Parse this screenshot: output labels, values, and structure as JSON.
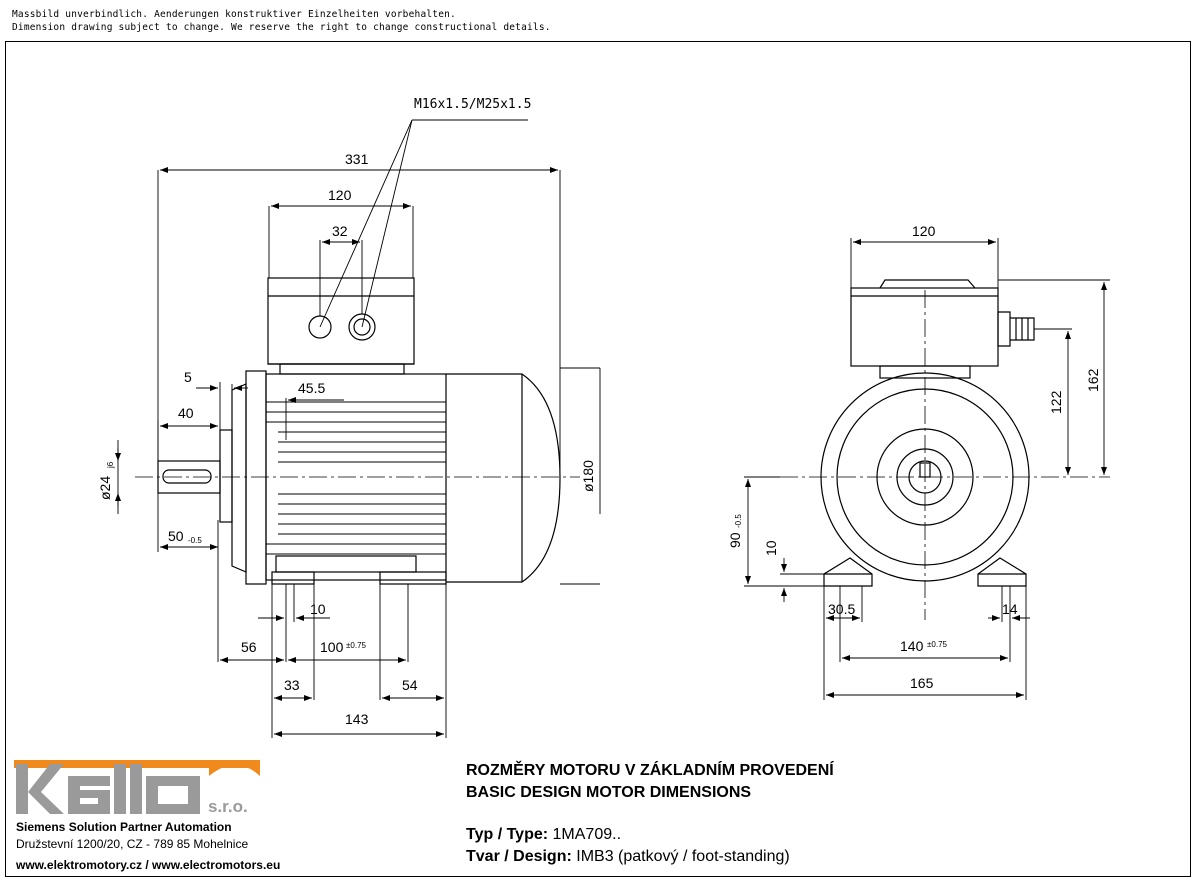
{
  "notes": {
    "de": "Massbild unverbindlich. Aenderungen konstruktiver Einzelheiten vorbehalten.",
    "en": "Dimension drawing subject to change. We reserve the right to change constructional details."
  },
  "dimensions": {
    "thread": "M16x1.5/M25x1.5",
    "overall_length": "331",
    "terminal_box_width": "120",
    "gland_spacing": "32",
    "d5": "5",
    "d40": "40",
    "d45_5": "45.5",
    "shaft_diameter": "ø24",
    "shaft_tol": "j6",
    "d50": "50",
    "d50_tol": "-0.5",
    "flange_diameter": "ø180",
    "d10_side": "10",
    "d56": "56",
    "d100": "100",
    "d100_tol": "±0.75",
    "d33": "33",
    "d54": "54",
    "d143": "143",
    "end_width": "120",
    "h122": "122",
    "h162": "162",
    "h90": "90",
    "h90_tol": "-0.5",
    "h10": "10",
    "d30_5": "30.5",
    "d14": "14",
    "d140": "140",
    "d140_tol": "±0.75",
    "d165": "165"
  },
  "company": {
    "logo_text": "kello",
    "suffix": "s.r.o.",
    "partner": "Siemens Solution Partner Automation",
    "address": "Družstevní 1200/20, CZ - 789 85 Mohelnice",
    "web": "www.elektromotory.cz / www.electromotors.eu",
    "logo_color": "#f08a1c"
  },
  "title": {
    "cz": "ROZMĚRY MOTORU V ZÁKLADNÍM PROVEDENÍ",
    "en": "BASIC DESIGN MOTOR DIMENSIONS"
  },
  "spec": {
    "type_label": "Typ / Type:",
    "type_value": "1MA709..",
    "design_label": "Tvar / Design:",
    "design_value": "IMB3 (patkový / foot-standing)"
  }
}
